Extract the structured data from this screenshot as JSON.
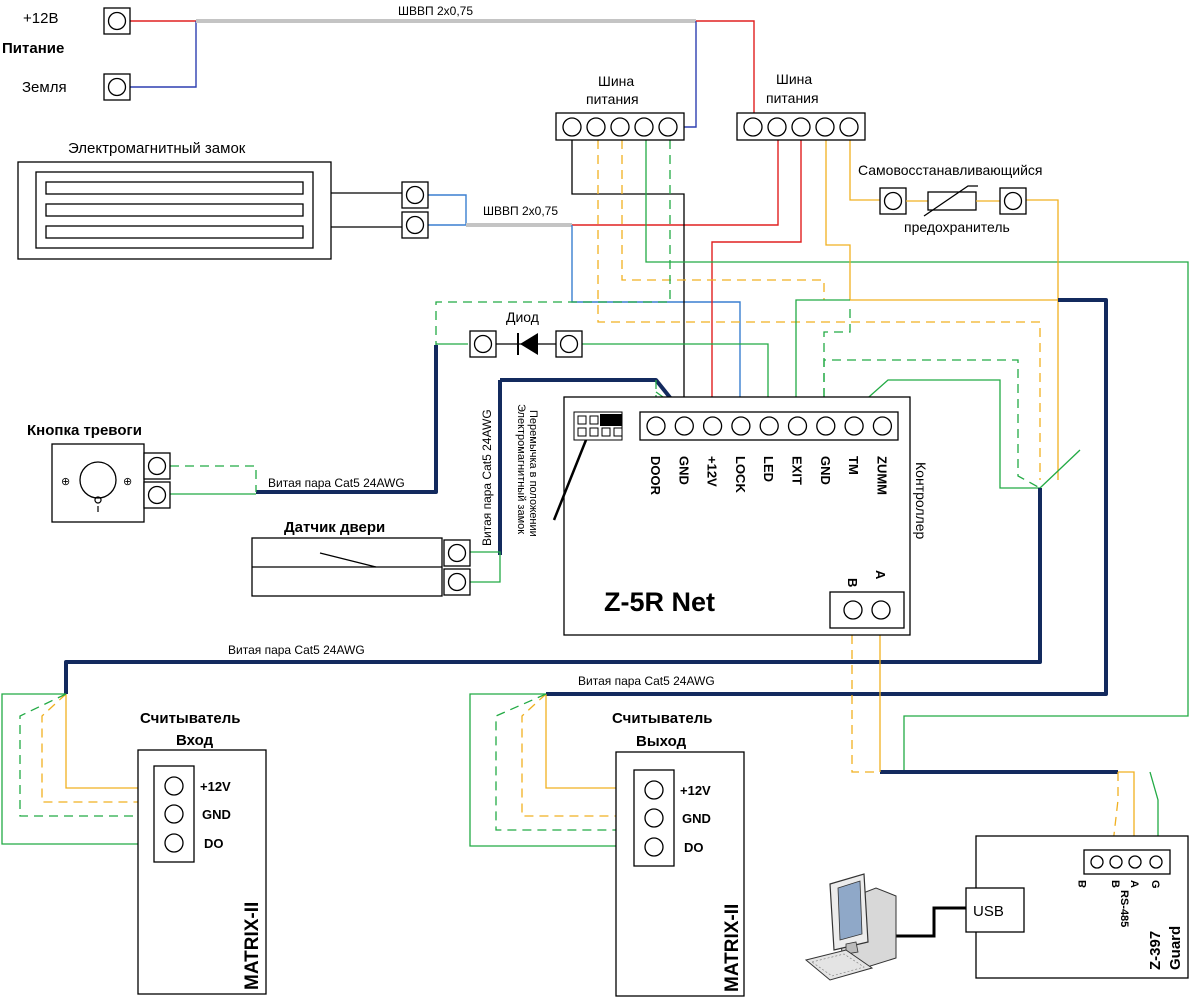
{
  "power": {
    "plus12_label": "+12В",
    "title": "Питание",
    "ground_label": "Земля",
    "cable_top": "ШВВП 2х0,75"
  },
  "bus": {
    "left_label_line1": "Шина",
    "left_label_line2": "питания",
    "right_label_line1": "Шина",
    "right_label_line2": "питания"
  },
  "lock": {
    "title": "Электромагнитный замок",
    "cable": "ШВВП 2х0,75"
  },
  "fuse": {
    "label_top": "Самовосстанавливающийся",
    "label_bottom": "предохранитель"
  },
  "diode": {
    "label": "Диод"
  },
  "alarm_button": {
    "title": "Кнопка тревоги",
    "cable": "Витая пара Cat5 24AWG"
  },
  "door_sensor": {
    "title": "Датчик двери",
    "cable_vertical": "Витая пара Cat5 24AWG"
  },
  "jumper": {
    "line1": "Перемычка в положении",
    "line2": "Электромагнитный замок"
  },
  "controller": {
    "name": "Z-5R Net",
    "side_label": "Контроллер",
    "terminals": [
      "DOOR",
      "GND",
      "+12V",
      "LOCK",
      "LED",
      "EXIT",
      "GND",
      "TM",
      "ZUMM"
    ],
    "rs_labels": [
      "B",
      "A"
    ]
  },
  "cables": {
    "reader_in": "Витая пара Cat5 24AWG",
    "reader_out": "Витая пара Cat5 24AWG"
  },
  "reader_in": {
    "title_line1": "Считыватель",
    "title_line2": "Вход",
    "pins": [
      "+12V",
      "GND",
      "DO"
    ],
    "model": "MATRIX-II"
  },
  "reader_out": {
    "title_line1": "Считыватель",
    "title_line2": "Выход",
    "pins": [
      "+12V",
      "GND",
      "DO"
    ],
    "model": "MATRIX-II"
  },
  "converter": {
    "usb": "USB",
    "model_line1": "Z-397",
    "model_line2": "Guard",
    "pins": [
      "B",
      "B",
      "A",
      "G"
    ],
    "rs_label": "RS-485"
  }
}
